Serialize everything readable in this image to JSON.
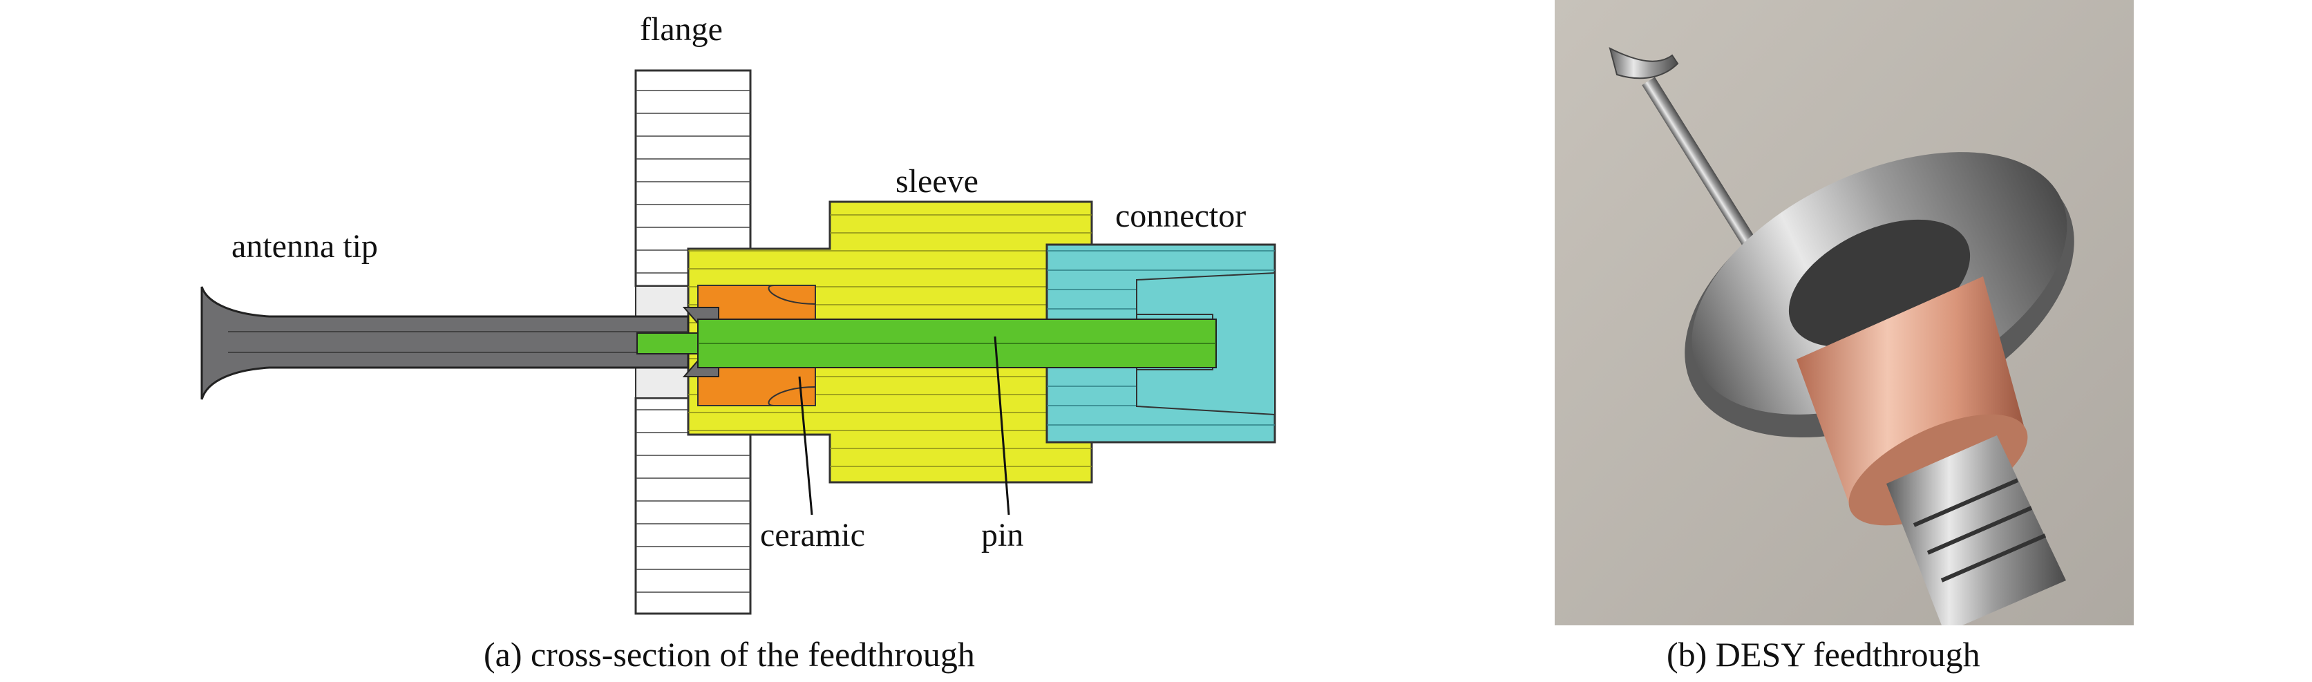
{
  "panel_a": {
    "labels": {
      "flange": "flange",
      "sleeve": "sleeve",
      "connector": "connector",
      "antenna_tip": "antenna tip",
      "ceramic": "ceramic",
      "pin": "pin"
    },
    "caption": "(a) cross-section of the feedthrough"
  },
  "panel_b": {
    "caption": "(b) DESY feedthrough"
  },
  "colors": {
    "sleeve": "#e6eb2a",
    "connector": "#6fd0d0",
    "pin": "#5cc42c",
    "ceramic": "#f08a1e",
    "antenna": "#6e6e70",
    "flange": "#ffffff",
    "outline": "#333333"
  }
}
